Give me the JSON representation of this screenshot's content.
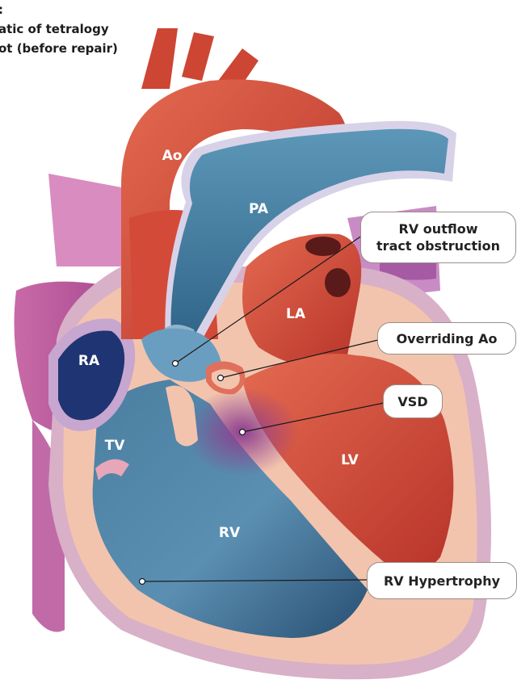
{
  "caption": {
    "lines": [
      ":",
      "atic of tetralogy",
      "ot (before repair)"
    ]
  },
  "chambers": {
    "ao": "Ao",
    "pa": "PA",
    "la": "LA",
    "ra": "RA",
    "lv": "LV",
    "rv": "RV",
    "tv": "TV"
  },
  "callouts": {
    "rv_outflow": "RV outflow\ntract obstruction",
    "overriding_ao": "Overriding Ao",
    "vsd": "VSD",
    "rv_hypertrophy": "RV Hypertrophy"
  },
  "colors": {
    "aorta_red": "#d9503c",
    "deoxygenated_blue": "#4f86a6",
    "muscle_pink": "#f2c4ad",
    "vein_purple": "#b35a9e",
    "ra_navy": "#1f3472"
  }
}
